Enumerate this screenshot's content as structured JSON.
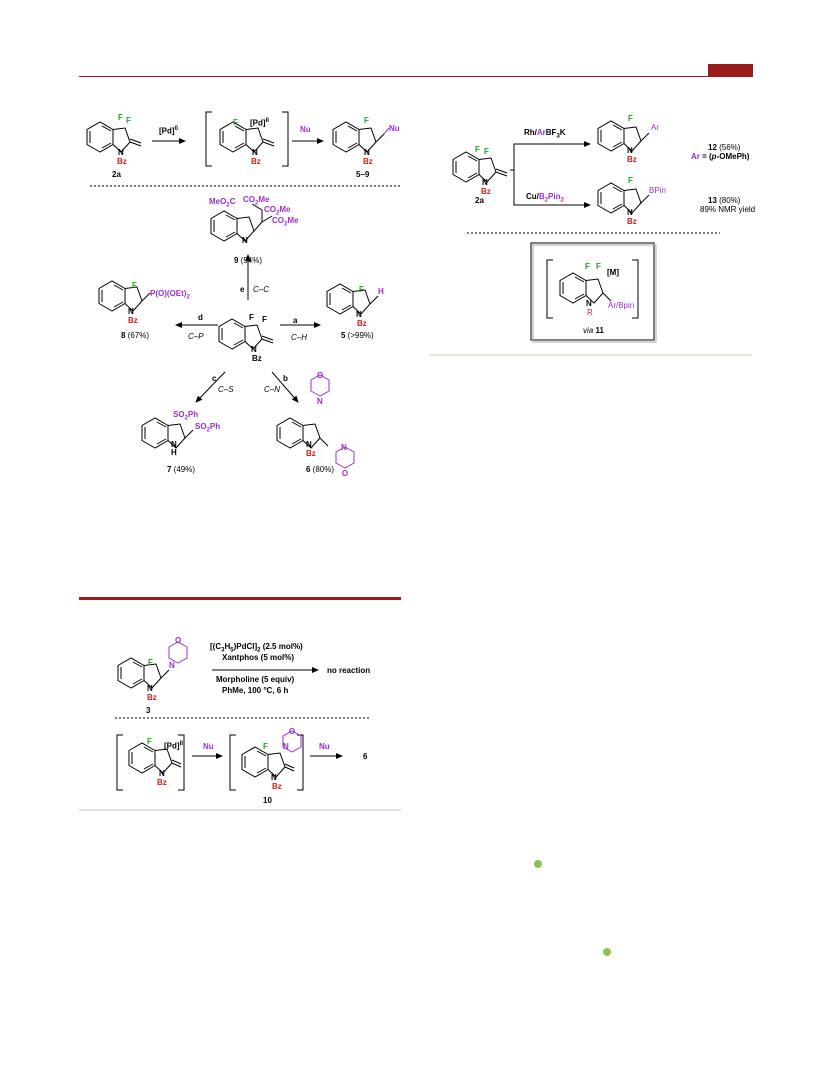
{
  "colors": {
    "rule": "#9b1c1c",
    "accent_red": "#d21f1f",
    "accent_green": "#22a322",
    "accent_purple": "#9b2fd6",
    "ref_badge": "#8bc34a",
    "divider_tan": "#d9c3b0"
  },
  "s1": {
    "label_2a": "2a",
    "reagent_pd0": "[Pd]",
    "pd0_sup": "0",
    "pd2_label": "[Pd]",
    "pd2_sup": "II",
    "nu": "Nu",
    "label_5_9": "5–9",
    "f": "F",
    "n": "N",
    "bz": "Bz"
  },
  "s2": {
    "center_f1": "F",
    "center_f2": "F",
    "center_n": "N",
    "center_bz": "Bz",
    "arrow_e": "e",
    "arrow_e_bond": "C–C",
    "arrow_d": "d",
    "arrow_d_bond": "C–P",
    "arrow_a": "a",
    "arrow_a_bond": "C–H",
    "arrow_c": "c",
    "arrow_c_bond": "C–S",
    "arrow_b": "b",
    "arrow_b_bond": "C–N",
    "p9_sub1": "MeO",
    "p9_sub1b": "2",
    "p9_sub1c": "C",
    "p9_sub2": "CO",
    "p9_sub2b": "2",
    "p9_sub2c": "Me",
    "p9_sub3": "CO",
    "p9_sub3b": "2",
    "p9_sub3c": "Me",
    "p9_sub4": "CO",
    "p9_sub4b": "2",
    "p9_sub4c": "Me",
    "p9_num": "9",
    "p9_yield": " (94%)",
    "p8_group": "P(O)(OEt)",
    "p8_sub": "2",
    "p8_num": "8",
    "p8_yield": " (67%)",
    "p5_h": "H",
    "p5_num": "5",
    "p5_yield": " (>99%)",
    "p7_sub1": "SO",
    "p7_sub1b": "2",
    "p7_sub1c": "Ph",
    "p7_sub2": "SO",
    "p7_sub2b": "2",
    "p7_sub2c": "Ph",
    "p7_nh": "H",
    "p7_num": "7",
    "p7_yield": " (49%)",
    "p6_num": "6",
    "p6_yield": " (80%)",
    "o": "O",
    "n": "N"
  },
  "s3": {
    "label_3": "3",
    "cond1a": "[(C",
    "cond1b": "3",
    "cond1c": "H",
    "cond1d": "5",
    "cond1e": ")PdCl]",
    "cond1f": "2",
    "cond1g": " (2.5 mol%)",
    "cond2": "Xantphos (5 mol%)",
    "cond3": "Morpholine (5 equiv)",
    "cond4": "PhMe, 100 °C, 6 h",
    "result": "no reaction",
    "pd2": "[Pd]",
    "pd2_sup": "II",
    "nu1": "Nu",
    "nu2": "Nu",
    "label_10": "10",
    "label_6": "6"
  },
  "s4": {
    "label_2a": "2a",
    "top_reagent_a": "Rh/",
    "top_reagent_b": "Ar",
    "top_reagent_c": "BF",
    "top_reagent_d": "3",
    "top_reagent_e": "K",
    "bot_reagent_a": "Cu/",
    "bot_reagent_b": "B",
    "bot_reagent_c": "2",
    "bot_reagent_d": "Pin",
    "bot_reagent_e": "2",
    "ar": "Ar",
    "bpin": "BPin",
    "p12_num": "12",
    "p12_yield": " (56%)",
    "p12_ar": "Ar",
    "p12_def": " = (",
    "p12_p": "p",
    "p12_rest": "-OMePh)",
    "p13_num": "13",
    "p13_yield": " (80%)",
    "p13_nmr": "89% NMR yield",
    "via": "via",
    "via_num": "11",
    "m": "[M]",
    "r": "R",
    "arbpin": "Ar/Bpin"
  }
}
